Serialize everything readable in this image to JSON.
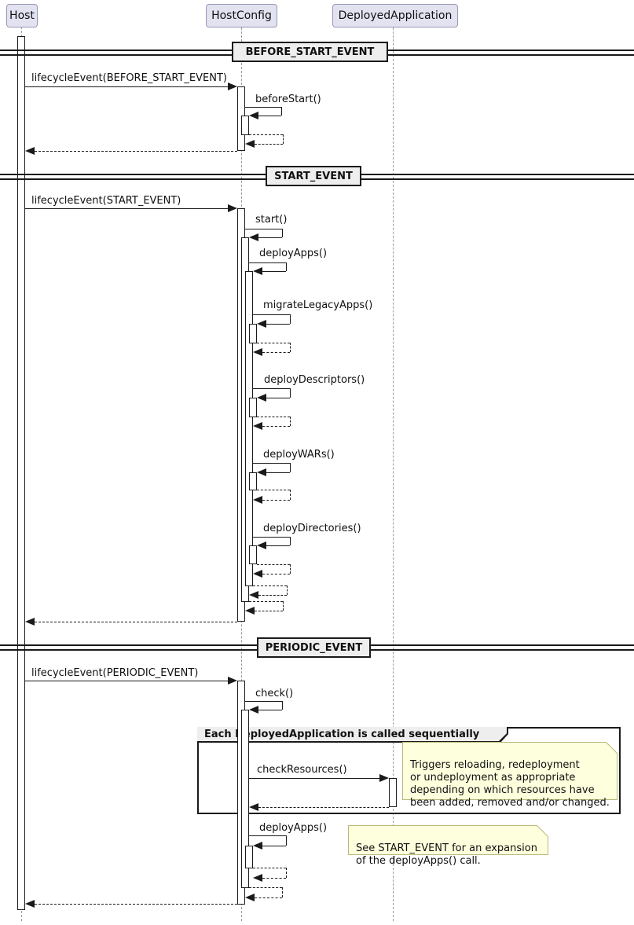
{
  "participants": {
    "host": "Host",
    "hostconfig": "HostConfig",
    "deployedapplication": "DeployedApplication"
  },
  "dividers": {
    "before_start": "BEFORE_START_EVENT",
    "start": "START_EVENT",
    "periodic": "PERIODIC_EVENT"
  },
  "messages": {
    "lifecycle_before_start": "lifecycleEvent(BEFORE_START_EVENT)",
    "before_start": "beforeStart()",
    "lifecycle_start": "lifecycleEvent(START_EVENT)",
    "start": "start()",
    "deploy_apps": "deployApps()",
    "migrate_legacy_apps": "migrateLegacyApps()",
    "deploy_descriptors": "deployDescriptors()",
    "deploy_wars": "deployWARs()",
    "deploy_directories": "deployDirectories()",
    "lifecycle_periodic": "lifecycleEvent(PERIODIC_EVENT)",
    "check": "check()",
    "check_resources": "checkResources()",
    "deploy_apps_periodic": "deployApps()"
  },
  "group": {
    "title": "Each DeployedApplication is called sequentially"
  },
  "notes": {
    "check_resources_note": "Triggers reloading, redeployment\nor undeployment as appropriate\ndepending on which resources have\nbeen added, removed and/or changed.",
    "deploy_apps_note": "See START_EVENT for an expansion\nof the deployApps() call."
  },
  "colors": {
    "participant_fill": "#E2E2F0",
    "participant_border": "#9898B8",
    "divider_fill": "#EEEEEE",
    "note_fill": "#FEFFDD",
    "note_border": "#B8B87A",
    "line": "#1A1A1A",
    "lifeline": "#9A9A9A"
  }
}
